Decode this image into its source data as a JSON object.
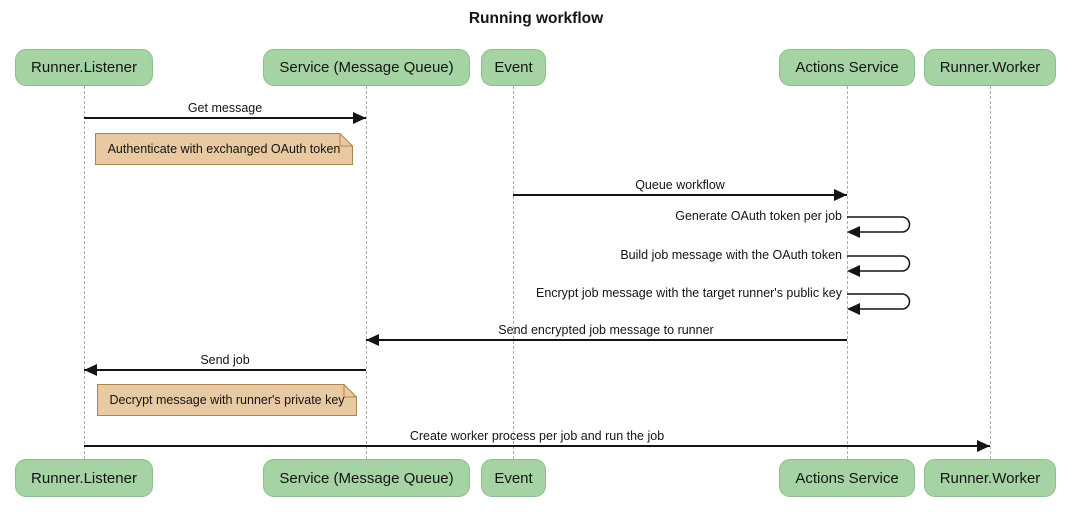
{
  "title": "Running workflow",
  "colors": {
    "participant_fill": "#a6d3a4",
    "participant_border": "#8cbf8c",
    "note_fill": "#e9c9a2",
    "note_border": "#aa8452",
    "lifeline": "#adadad",
    "arrow": "#141414",
    "text": "#141414",
    "bg": "#ffffff"
  },
  "participants": [
    {
      "label": "Runner.Listener"
    },
    {
      "label": "Service (Message Queue)"
    },
    {
      "label": "Event"
    },
    {
      "label": "Actions Service"
    },
    {
      "label": "Runner.Worker"
    }
  ],
  "messages": [
    {
      "label": "Get message",
      "from": "Runner.Listener",
      "to": "Service (Message Queue)"
    },
    {
      "label": "Queue workflow",
      "from": "Event",
      "to": "Actions Service"
    },
    {
      "label": "Generate OAuth token per job",
      "from": "Actions Service",
      "to": "Actions Service",
      "type": "self"
    },
    {
      "label": "Build job message with the OAuth token",
      "from": "Actions Service",
      "to": "Actions Service",
      "type": "self"
    },
    {
      "label": "Encrypt job message with the target runner's public key",
      "from": "Actions Service",
      "to": "Actions Service",
      "type": "self"
    },
    {
      "label": "Send encrypted job message to runner",
      "from": "Actions Service",
      "to": "Service (Message Queue)"
    },
    {
      "label": "Send job",
      "from": "Service (Message Queue)",
      "to": "Runner.Listener"
    },
    {
      "label": "Create worker process per job and run the job",
      "from": "Runner.Listener",
      "to": "Runner.Worker"
    }
  ],
  "notes": [
    {
      "label": "Authenticate with exchanged OAuth token",
      "over": "Runner.Listener"
    },
    {
      "label": "Decrypt message with runner's private key",
      "over": "Runner.Listener"
    }
  ]
}
